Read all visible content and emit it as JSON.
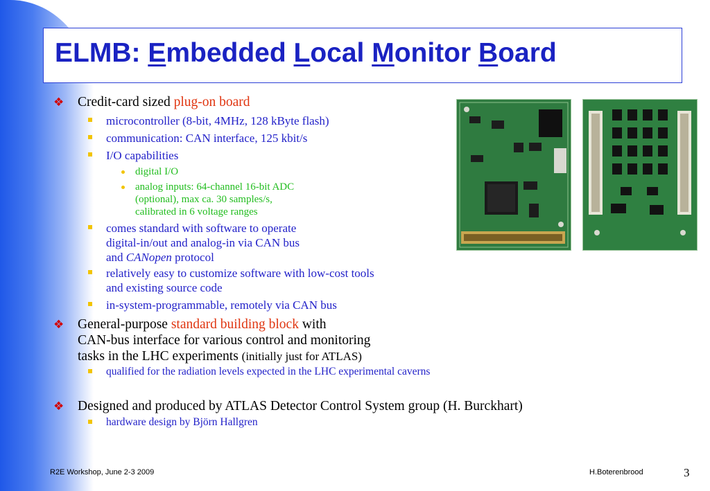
{
  "title": {
    "prefix": "ELMB: ",
    "words": [
      {
        "initial": "E",
        "rest": "mbedded "
      },
      {
        "initial": "L",
        "rest": "ocal "
      },
      {
        "initial": "M",
        "rest": "onitor "
      },
      {
        "initial": "B",
        "rest": "oard"
      }
    ]
  },
  "bullets": {
    "b1": {
      "text": "Credit-card sized ",
      "highlight": "plug-on board"
    },
    "b1_sub": {
      "mcu": "microcontroller (8-bit, 4MHz, 128 kByte flash)",
      "can": "communication: CAN interface, 125 kbit/s",
      "io": "I/O capabilities",
      "io_items": {
        "digital": "digital I/O",
        "analog": [
          "analog inputs: 64-channel 16-bit ADC",
          "(optional), max ca. 30 samples/s,",
          "calibrated in 6 voltage ranges"
        ]
      },
      "std": {
        "line1": "comes standard with software to operate",
        "line2": "digital-in/out and analog-in via CAN bus",
        "line3_pre": "and ",
        "line3_em": "CANopen",
        "line3_post": " protocol"
      },
      "easy": [
        "relatively easy to customize software with low-cost tools",
        "and existing source code"
      ],
      "isp": "in-system-programmable, remotely via CAN bus"
    },
    "b2": {
      "pre": "General-purpose ",
      "highlight": "standard building block",
      "post": " with",
      "line2": "CAN-bus interface for various control and monitoring",
      "line3": "tasks in the LHC experiments ",
      "line3_small": "(initially just for ATLAS)"
    },
    "b2_sub": {
      "rad": "qualified for the radiation levels expected in the LHC experimental caverns"
    },
    "b3": {
      "text": "Designed and produced by ATLAS Detector Control System group (H. Burckhart)"
    },
    "b3_sub": {
      "hw": "hardware design by Björn Hallgren"
    }
  },
  "footer": {
    "left": "R2E Workshop, June 2-3 2009",
    "author": "H.Boterenbrood",
    "page": "3"
  },
  "colors": {
    "title": "#1a22c2",
    "level2": "#2322c9",
    "level3": "#22bd1f",
    "highlight": "#e03510",
    "bullet_mark": "#d20000",
    "square": "#f2c400"
  },
  "images": [
    "elmb-board-top-photo",
    "elmb-board-bottom-photo"
  ]
}
